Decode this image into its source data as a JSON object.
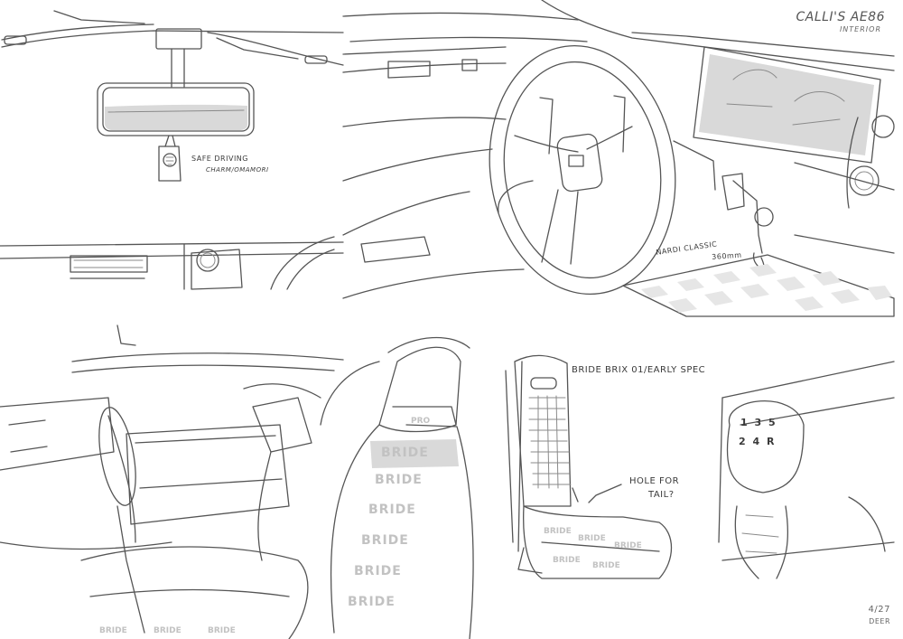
{
  "header": {
    "title": "CALLI'S AE86",
    "subtitle": "INTERIOR"
  },
  "annotations": {
    "charm_line1": "SAFE DRIVING",
    "charm_line2": "CHARM/OMAMORI",
    "wheel_line1": "NARDI CLASSIC",
    "wheel_line2": "360mm",
    "seat_label": "BRIDE BRIX 01/EARLY SPEC",
    "hole_line1": "HOLE FOR",
    "hole_line2": "TAIL?",
    "shift_row1": "1 3 5",
    "shift_row2": "2 4 R"
  },
  "seat_branding": {
    "brand_text": "BRIDE",
    "headrest_text": "PRO"
  },
  "signature": {
    "line1": "4/27",
    "line2": "DEER"
  },
  "colors": {
    "line": "#555555",
    "shade": "#d9d9d9",
    "brand_gray": "#c2c2c2"
  }
}
